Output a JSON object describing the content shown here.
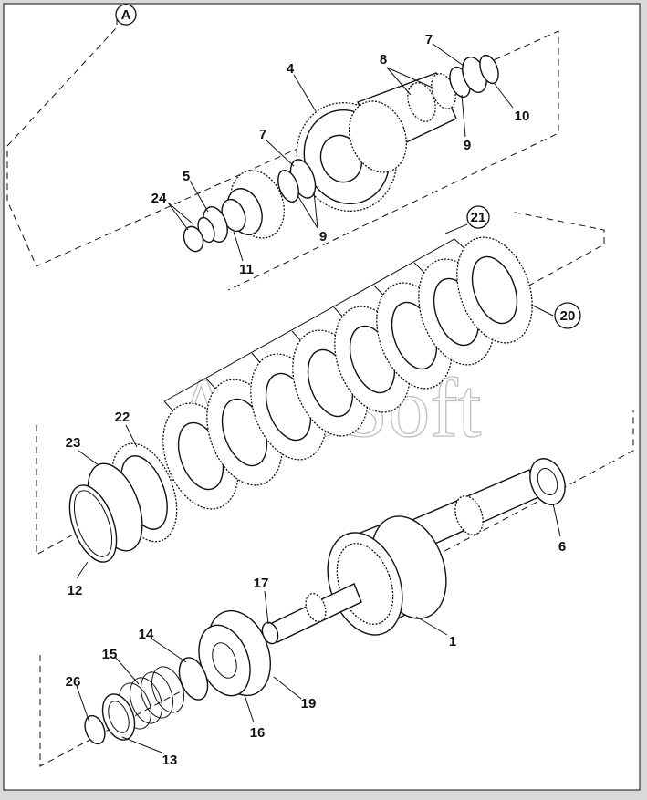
{
  "diagram": {
    "view_marker": "A",
    "watermark": "AutoSoft",
    "callouts": [
      {
        "id": "c4",
        "label": "4"
      },
      {
        "id": "c8",
        "label": "8"
      },
      {
        "id": "c7a",
        "label": "7"
      },
      {
        "id": "c10",
        "label": "10"
      },
      {
        "id": "c9a",
        "label": "9"
      },
      {
        "id": "c7b",
        "label": "7"
      },
      {
        "id": "c5",
        "label": "5"
      },
      {
        "id": "c24",
        "label": "24"
      },
      {
        "id": "c9b",
        "label": "9"
      },
      {
        "id": "c11",
        "label": "11"
      },
      {
        "id": "c21",
        "label": "21"
      },
      {
        "id": "c20",
        "label": "20"
      },
      {
        "id": "c22",
        "label": "22"
      },
      {
        "id": "c23",
        "label": "23"
      },
      {
        "id": "c12",
        "label": "12"
      },
      {
        "id": "c6",
        "label": "6"
      },
      {
        "id": "c17",
        "label": "17"
      },
      {
        "id": "c1",
        "label": "1"
      },
      {
        "id": "c14",
        "label": "14"
      },
      {
        "id": "c15",
        "label": "15"
      },
      {
        "id": "c26",
        "label": "26"
      },
      {
        "id": "c19",
        "label": "19"
      },
      {
        "id": "c16",
        "label": "16"
      },
      {
        "id": "c13",
        "label": "13"
      }
    ]
  }
}
